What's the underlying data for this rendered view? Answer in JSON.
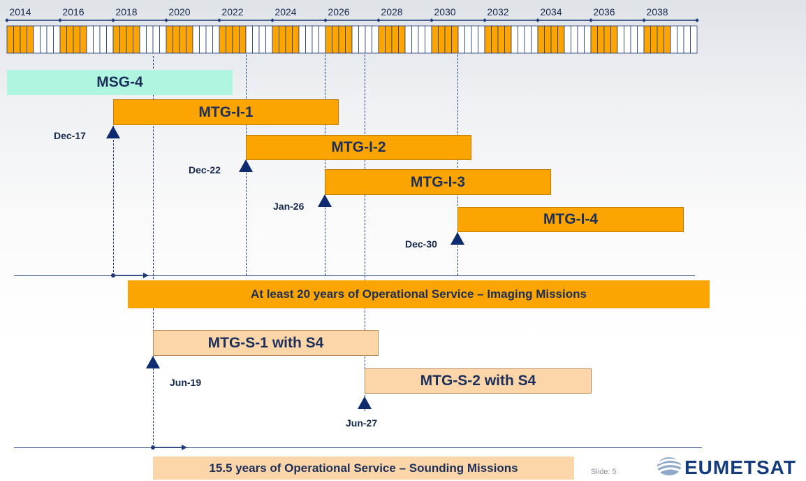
{
  "timeline": {
    "years": [
      "2014",
      "2016",
      "2018",
      "2020",
      "2022",
      "2024",
      "2026",
      "2028",
      "2030",
      "2032",
      "2034",
      "2036",
      "2038"
    ],
    "highlight_color": "#fca500"
  },
  "bars": {
    "msg4": "MSG-4",
    "mtg_i1": "MTG-I-1",
    "mtg_i2": "MTG-I-2",
    "mtg_i3": "MTG-I-3",
    "mtg_i4": "MTG-I-4",
    "imaging_service": "At least 20 years of Operational Service – Imaging Missions",
    "mtg_s1": "MTG-S-1 with S4",
    "mtg_s2": "MTG-S-2 with S4",
    "sounding_service": "15.5 years of Operational Service – Sounding Missions"
  },
  "launch_dates": {
    "mtg_i1": "Dec-17",
    "mtg_i2": "Dec-22",
    "mtg_i3": "Jan-26",
    "mtg_i4": "Dec-30",
    "mtg_s1": "Jun-19",
    "mtg_s2": "Jun-27"
  },
  "footer": {
    "slide_label": "Slide: 5",
    "logo_text": "EUMETSAT"
  }
}
